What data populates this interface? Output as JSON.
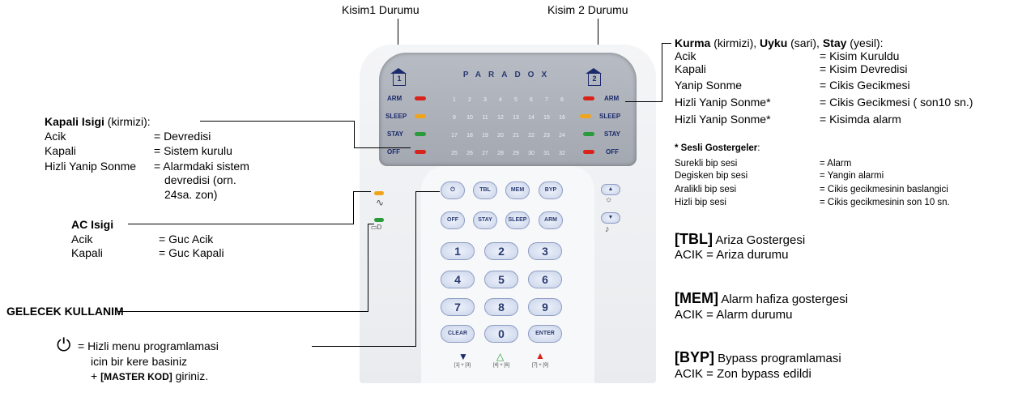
{
  "top_labels": {
    "partition1": "Kisim1 Durumu",
    "partition2": "Kisim 2 Durumu"
  },
  "arm_legend": {
    "kurma": "Kurma",
    "kurma_color": " (kirmizi), ",
    "uyku": "Uyku",
    "uyku_color": " (sari), ",
    "stay": "Stay",
    "stay_color": " (yesil):",
    "rows": [
      {
        "state": "Acik",
        "meaning": "= Kisim Kuruldu"
      },
      {
        "state": "Kapali",
        "meaning": "= Kisim Devredisi"
      },
      {
        "state": "Yanip Sonme",
        "meaning": "= Cikis Gecikmesi"
      },
      {
        "state": "Hizli Yanip Sonme*",
        "meaning": "= Cikis Gecikmesi ( son10 sn.)"
      },
      {
        "state": "Hizli Yanip Sonme*",
        "meaning": "= Kisimda alarm"
      }
    ]
  },
  "audible": {
    "title": "* Sesli Gostergeler",
    "title_suffix": ":",
    "rows": [
      {
        "sound": "Surekli bip sesi",
        "meaning": "= Alarm"
      },
      {
        "sound": "Degisken bip sesi",
        "meaning": "= Yangin alarmi"
      },
      {
        "sound": "Aralikli bip sesi",
        "meaning": "= Cikis gecikmesinin baslangici"
      },
      {
        "sound": "Hizli bip sesi",
        "meaning": "= Cikis gecikmesinin son 10 sn."
      }
    ]
  },
  "tbl": {
    "key": "[TBL]",
    "desc": " Ariza Gostergesi",
    "state": "ACIK = Ariza durumu"
  },
  "mem": {
    "key": "[MEM]",
    "desc": " Alarm hafiza gostergesi",
    "state": "ACIK = Alarm durumu"
  },
  "byp": {
    "key": "[BYP]",
    "desc": " Bypass programlamasi",
    "state": "ACIK = Zon bypass edildi"
  },
  "off_light": {
    "title": "Kapali Isigi",
    "title_suffix": " (kirmizi):",
    "rows": [
      {
        "state": "Acik",
        "meaning": "= Devredisi"
      },
      {
        "state": "Kapali",
        "meaning": "= Sistem kurulu"
      },
      {
        "state": "Hizli Yanip Sonme",
        "meaning": "= Alarmdaki sistem"
      }
    ],
    "continuation": [
      "devredisi (orn.",
      "24sa.  zon)"
    ]
  },
  "ac_light": {
    "title": "AC Isigi",
    "rows": [
      {
        "state": "Acik",
        "meaning": "= Guc Acik"
      },
      {
        "state": "Kapali",
        "meaning": "= Guc Kapali"
      }
    ]
  },
  "future_use": "GELECEK KULLANIM",
  "power_note": {
    "line1": "= Hizli menu programlamasi",
    "line2": "icin bir kere basiniz",
    "line3_prefix": "+ ",
    "line3_key": "[MASTER KOD]",
    "line3_suffix": " giriniz."
  },
  "keypad": {
    "brand": "PARADOX",
    "partition1_number": "1",
    "partition2_number": "2",
    "indicator_labels": [
      "ARM",
      "SLEEP",
      "STAY",
      "OFF"
    ],
    "zone_rows": [
      [
        "1",
        "2",
        "3",
        "4",
        "5",
        "6",
        "7",
        "8"
      ],
      [
        "9",
        "10",
        "11",
        "12",
        "13",
        "14",
        "15",
        "16"
      ],
      [
        "17",
        "18",
        "19",
        "20",
        "21",
        "22",
        "23",
        "24"
      ],
      [
        "25",
        "26",
        "27",
        "28",
        "29",
        "30",
        "31",
        "32"
      ]
    ],
    "function_keys_row1": [
      "⏻",
      "TBL",
      "MEM",
      "BYP"
    ],
    "function_keys_row2": [
      "OFF",
      "STAY",
      "SLEEP",
      "ARM"
    ],
    "number_keys": [
      [
        "1",
        "2",
        "3"
      ],
      [
        "4",
        "5",
        "6"
      ],
      [
        "7",
        "8",
        "9"
      ],
      [
        "CLEAR",
        "0",
        "ENTER"
      ]
    ],
    "hotkeys": [
      "[1] + [3]",
      "[4] + [6]",
      "[7] + [9]"
    ],
    "colors": {
      "arm": "#d8231b",
      "sleep": "#f0a41c",
      "stay": "#2a9a3a",
      "off": "#d8231b"
    }
  }
}
